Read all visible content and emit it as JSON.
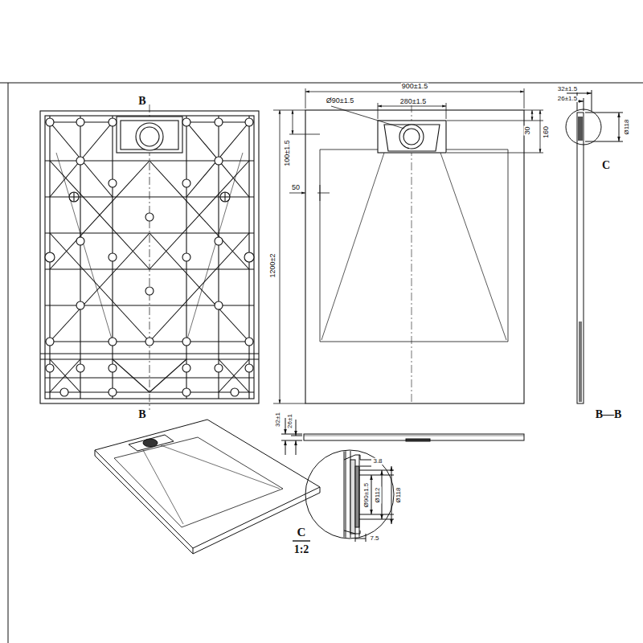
{
  "diagram": {
    "labels": [
      "B",
      "900±1.5",
      "32±1.5",
      "26±1.5",
      "Ø90±1.5",
      "280±1.5",
      "Ø118",
      "30",
      "160",
      "100±1.5",
      "C",
      "50",
      "1200±2",
      "B",
      "B—B",
      "32±1",
      "26±1",
      "3.8",
      "Ø90±1.5",
      "Ø112",
      "Ø118",
      "7.5",
      "C",
      "1:2"
    ]
  }
}
